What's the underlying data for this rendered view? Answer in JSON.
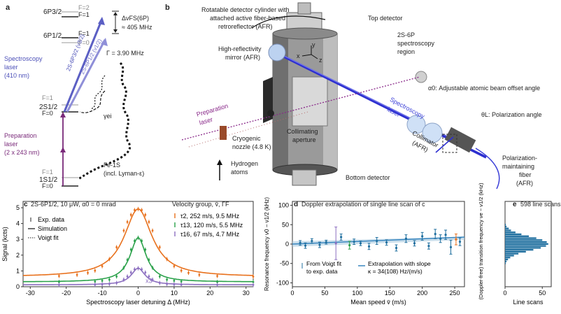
{
  "panel_a": {
    "letter": "a",
    "levels": {
      "p32": "6P3/2",
      "p32_f2": "F=2",
      "p32_f1": "F=1",
      "p12": "6P1/2",
      "p12_f1": "F=1",
      "p12_f0": "F=0",
      "s12": "2S1/2",
      "s12_f1": "F=1",
      "s12_f0": "F=0",
      "g": "1S1/2",
      "g_f1": "F=1",
      "g_f0": "F=0"
    },
    "fs_splitting": "ΔνFS(6P)",
    "fs_value": "≈ 405 MHz",
    "gamma": "Γ = 3.90 MHz",
    "spectroscopy_laser": [
      "Spectroscopy",
      "laser",
      "(410 nm)"
    ],
    "transition_32": "2S-6P3/2 (ν3/2)",
    "transition_12": "2S-6P1/2 (ν1/2)",
    "preparation_laser": [
      "Preparation",
      "laser",
      "(2 x 243 nm)"
    ],
    "gamma_ei": "γei",
    "gamma_e1s": "Γe-1S",
    "gamma_e1s_note": "(incl. Lyman-ε)"
  },
  "panel_b": {
    "letter": "b",
    "labels": {
      "rotatable": [
        "Rotatable detector cylinder with",
        "attached active fiber-based",
        "retroreflector (AFR)"
      ],
      "top_detector": "Top detector",
      "region": [
        "2S-6P",
        "spectroscopy",
        "region"
      ],
      "mirror": [
        "High-reflectivity",
        "mirror (AFR)"
      ],
      "alpha": "α0: Adjustable atomic beam offset angle",
      "spec_laser": [
        "Spectroscopy",
        "laser"
      ],
      "theta": "θL: Polarization angle",
      "prep_laser": [
        "Preparation",
        "laser"
      ],
      "collimating": [
        "Collimating",
        "aperture"
      ],
      "collimator": [
        "Collimator",
        "(AFR)"
      ],
      "pm_fiber": [
        "Polarization-",
        "maintaining",
        "fiber",
        "(AFR)"
      ],
      "nozzle": [
        "Cryogenic",
        "nozzle (4.8 K)"
      ],
      "hydrogen": [
        "Hydrogen",
        "atoms"
      ],
      "bottom_detector": "Bottom detector",
      "axes": [
        "x",
        "y",
        "z"
      ]
    }
  },
  "colors": {
    "orange": "#e8711d",
    "green": "#2aa14a",
    "purple": "#8c6fc0",
    "blue_laser": "#3b3fd8",
    "purple_laser": "#8a2a8a",
    "steel": "#1f6f9f"
  },
  "chart_data": [
    {
      "panel": "c",
      "type": "line",
      "title": "2S-6P1/2, 10 μW, α0 = 0 mrad",
      "xlabel": "Spectroscopy laser detuning Δ (MHz)",
      "ylabel": "Signal (kcts)",
      "xlim": [
        -32,
        32
      ],
      "ylim": [
        0,
        5.4
      ],
      "xticks": [
        -30,
        -20,
        -10,
        0,
        10,
        20,
        30
      ],
      "yticks": [
        0,
        1,
        2,
        3,
        4,
        5
      ],
      "legend": [
        "Exp. data",
        "Simulation",
        "Voigt fit"
      ],
      "velocity_legend_title": "Velocity group, v̄, ΓF",
      "annotation": "x3",
      "series": [
        {
          "name": "τ2, 252 m/s, 9.5 MHz",
          "color": "#e8711d",
          "amplitude": 4.3,
          "offset": 0.62,
          "width": 4.75,
          "x": [
            -22,
            -17,
            -14,
            -12,
            -10,
            -8,
            -6,
            -4,
            -3,
            -2,
            -1,
            0,
            1,
            2,
            3,
            4,
            6,
            8,
            10,
            12,
            14,
            17,
            22,
            32
          ],
          "y": [
            0.68,
            0.75,
            0.88,
            1.02,
            1.3,
            1.75,
            2.5,
            3.55,
            4.1,
            4.55,
            4.85,
            4.92,
            4.85,
            4.55,
            4.1,
            3.55,
            2.5,
            1.75,
            1.3,
            1.02,
            0.88,
            0.75,
            0.68,
            0.64
          ]
        },
        {
          "name": "τ13, 120 m/s, 5.5 MHz",
          "color": "#2aa14a",
          "amplitude": 2.8,
          "offset": 0.3,
          "width": 2.75,
          "x": [
            -22,
            -12,
            -10,
            -8,
            -6,
            -4,
            -3,
            -2,
            -1,
            0,
            1,
            2,
            3,
            4,
            6,
            8,
            10,
            12,
            22,
            32
          ],
          "y": [
            0.3,
            0.33,
            0.38,
            0.45,
            0.65,
            1.2,
            1.7,
            2.35,
            2.9,
            3.1,
            2.9,
            2.35,
            1.7,
            1.2,
            0.65,
            0.45,
            0.38,
            0.33,
            0.3,
            0.3
          ]
        },
        {
          "name": "τ16, 67 m/s, 4.7 MHz",
          "color": "#8c6fc0",
          "amplitude": 1.05,
          "offset": 0.12,
          "width": 2.35,
          "x": [
            -22,
            -12,
            -10,
            -8,
            -6,
            -4,
            -3,
            -2,
            -1,
            0,
            1,
            2,
            3,
            4,
            6,
            8,
            10,
            12,
            22,
            32
          ],
          "y": [
            0.12,
            0.13,
            0.15,
            0.17,
            0.24,
            0.45,
            0.65,
            0.9,
            1.1,
            1.17,
            1.1,
            0.9,
            0.65,
            0.45,
            0.24,
            0.17,
            0.15,
            0.13,
            0.12,
            0.12
          ]
        }
      ]
    },
    {
      "panel": "d",
      "type": "scatter",
      "title": "Doppler extrapolation of single line scan of c",
      "xlabel": "Mean speed v̄ (m/s)",
      "ylabel": "Resonance frequency ν0 − ν1/2 (kHz)",
      "xlim": [
        0,
        265
      ],
      "ylim": [
        -110,
        110
      ],
      "xticks": [
        0,
        50,
        100,
        150,
        200,
        250
      ],
      "yticks": [
        -100,
        -50,
        0,
        50,
        100
      ],
      "legend": [
        "From Voigt fit to exp. data",
        "Extrapolation with slope",
        "κ = 34(108) Hz/(m/s)"
      ],
      "points": {
        "x": [
          12,
          20,
          30,
          42,
          52,
          67,
          75,
          88,
          95,
          105,
          118,
          130,
          145,
          160,
          175,
          188,
          200,
          210,
          220,
          228,
          236,
          244,
          252,
          258
        ],
        "y": [
          3,
          -4,
          8,
          -2,
          5,
          2,
          18,
          -3,
          6,
          2,
          -6,
          8,
          4,
          -10,
          14,
          2,
          20,
          -5,
          26,
          14,
          24,
          -8,
          12,
          6
        ],
        "err": [
          6,
          7,
          6,
          7,
          5,
          42,
          8,
          10,
          7,
          6,
          8,
          9,
          7,
          8,
          10,
          7,
          10,
          8,
          12,
          10,
          12,
          18,
          14,
          10
        ],
        "colors": [
          "#1f6f9f",
          "#1f6f9f",
          "#1f6f9f",
          "#1f6f9f",
          "#1f6f9f",
          "#8c6fc0",
          "#1f6f9f",
          "#2aa14a",
          "#1f6f9f",
          "#1f6f9f",
          "#1f6f9f",
          "#1f6f9f",
          "#1f6f9f",
          "#1f6f9f",
          "#1f6f9f",
          "#1f6f9f",
          "#1f6f9f",
          "#1f6f9f",
          "#1f6f9f",
          "#1f6f9f",
          "#1f6f9f",
          "#1f6f9f",
          "#e8711d",
          "#1f6f9f"
        ]
      },
      "fit": {
        "y0": 0,
        "slope": 0.034
      }
    },
    {
      "panel": "e",
      "type": "bar",
      "title": "598 line scans",
      "xlabel": "Line scans",
      "ylabel": "(Doppler-free) transition frequency νe − ν1/2 (kHz)",
      "xlim": [
        0,
        62
      ],
      "ylim": [
        -110,
        110
      ],
      "xticks": [
        0,
        50
      ],
      "bin_centers": [
        -50,
        -45,
        -40,
        -35,
        -30,
        -25,
        -20,
        -15,
        -10,
        -5,
        0,
        5,
        10,
        15,
        20,
        25,
        30,
        35,
        40,
        45,
        50
      ],
      "counts": [
        1,
        2,
        4,
        7,
        12,
        18,
        28,
        38,
        48,
        55,
        58,
        56,
        50,
        42,
        32,
        22,
        14,
        8,
        5,
        2,
        1
      ]
    }
  ]
}
